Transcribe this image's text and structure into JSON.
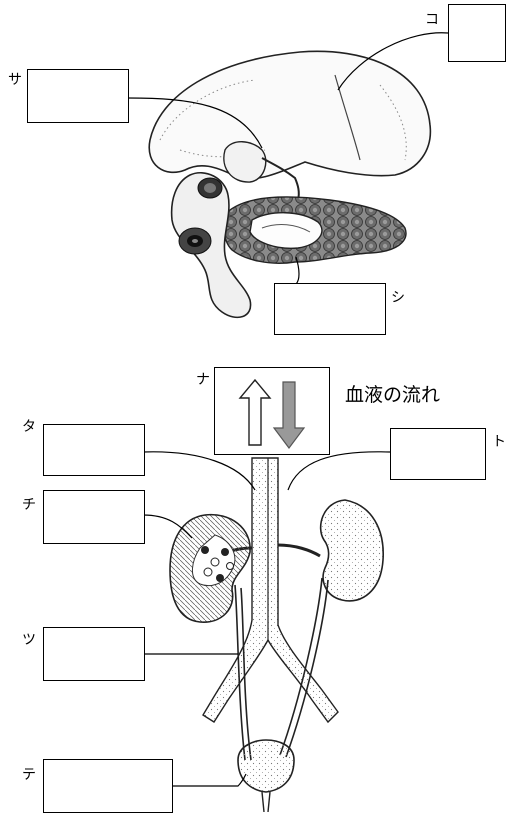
{
  "labels": {
    "ko": "コ",
    "sa": "サ",
    "shi": "シ",
    "na": "ナ",
    "ta": "タ",
    "to": "ト",
    "chi": "チ",
    "tsu": "ツ",
    "te": "テ"
  },
  "flow_caption": "血液の流れ"
}
